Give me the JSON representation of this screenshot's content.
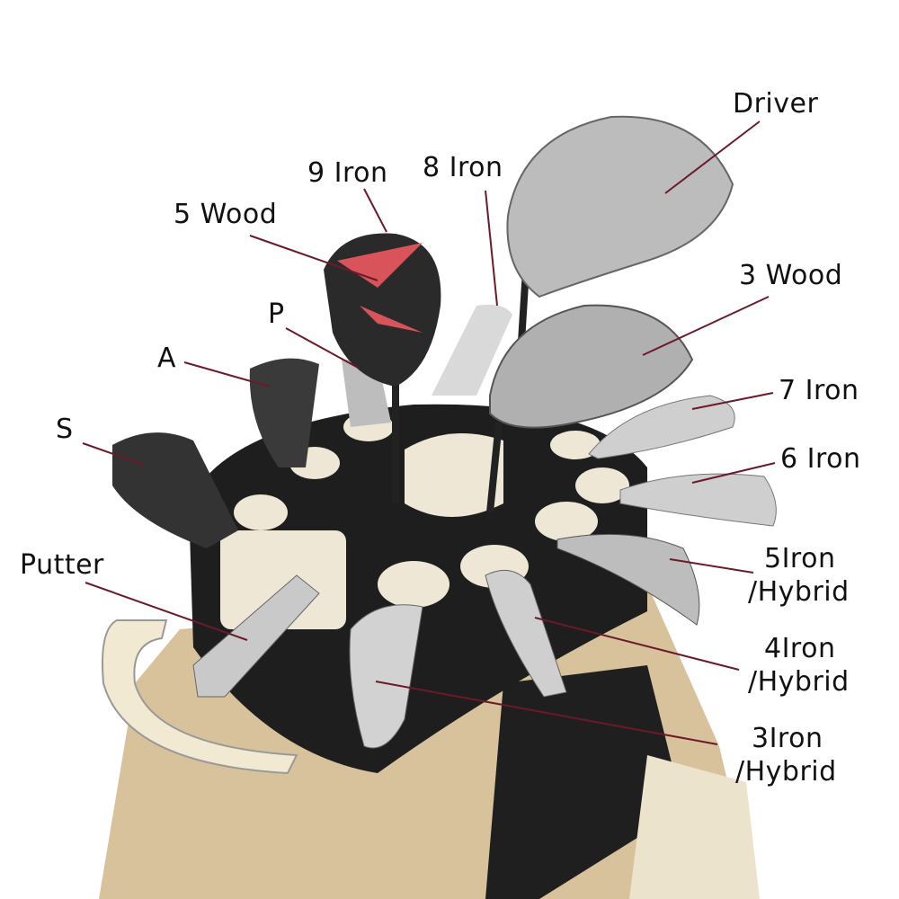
{
  "colors": {
    "leader_line": "#6b1a2a",
    "bag": "#d8c29c",
    "top": "#1e1e1e",
    "handle": "#f1e9d2",
    "steel": "#c8c8c8"
  },
  "labels": {
    "driver": "Driver",
    "iron9": "9 Iron",
    "iron8": "8 Iron",
    "wood5": "5 Wood",
    "wood3": "3 Wood",
    "p": "P",
    "a": "A",
    "iron7": "7 Iron",
    "s": "S",
    "iron6": "6 Iron",
    "putter": "Putter",
    "iron5_line1": "5Iron",
    "iron5_line2": "/Hybrid",
    "iron4_line1": "4Iron",
    "iron4_line2": "/Hybrid",
    "iron3_line1": "3Iron",
    "iron3_line2": "/Hybrid"
  }
}
